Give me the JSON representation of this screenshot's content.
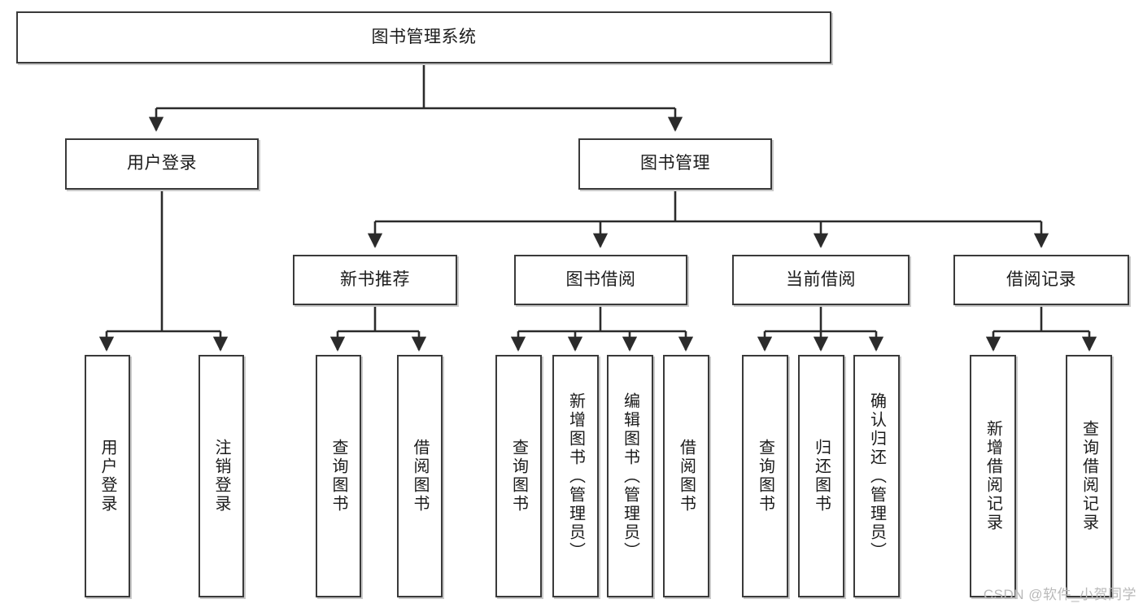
{
  "diagram": {
    "title": "图书管理系统",
    "type": "tree-hierarchy-diagram",
    "watermark": "CSDN @软件_小贺同学",
    "colors": {
      "box_border": "#3a3a3a",
      "box_fill": "#ffffff",
      "connector": "#2b2b2b",
      "shadow": "#c9c9c9",
      "text": "#1b1b1b",
      "watermark": "#b9b9b9"
    },
    "nodes": {
      "root": {
        "label": "图书管理系统"
      },
      "level1": [
        {
          "id": "user-login",
          "label": "用户登录"
        },
        {
          "id": "book-management",
          "label": "图书管理"
        }
      ],
      "level2": [
        {
          "id": "new-book-recommend",
          "label": "新书推荐"
        },
        {
          "id": "book-borrow",
          "label": "图书借阅"
        },
        {
          "id": "current-borrow",
          "label": "当前借阅"
        },
        {
          "id": "borrow-record",
          "label": "借阅记录"
        }
      ],
      "leaves": {
        "user-login": [
          {
            "id": "leaf-user-login",
            "label": "用户登录"
          },
          {
            "id": "leaf-user-logout",
            "label": "注销登录"
          }
        ],
        "new-book-recommend": [
          {
            "id": "leaf-query-book-1",
            "label": "查询图书"
          },
          {
            "id": "leaf-borrow-book-1",
            "label": "借阅图书"
          }
        ],
        "book-borrow": [
          {
            "id": "leaf-query-book-2",
            "label": "查询图书"
          },
          {
            "id": "leaf-add-book",
            "label": "新增图书（管理员）"
          },
          {
            "id": "leaf-edit-book",
            "label": "编辑图书（管理员）"
          },
          {
            "id": "leaf-borrow-book-2",
            "label": "借阅图书"
          }
        ],
        "current-borrow": [
          {
            "id": "leaf-query-book-3",
            "label": "查询图书"
          },
          {
            "id": "leaf-return-book",
            "label": "归还图书"
          },
          {
            "id": "leaf-confirm-return",
            "label": "确认归还（管理员）"
          }
        ],
        "borrow-record": [
          {
            "id": "leaf-add-record",
            "label": "新增借阅记录"
          },
          {
            "id": "leaf-query-record",
            "label": "查询借阅记录"
          }
        ]
      }
    }
  }
}
